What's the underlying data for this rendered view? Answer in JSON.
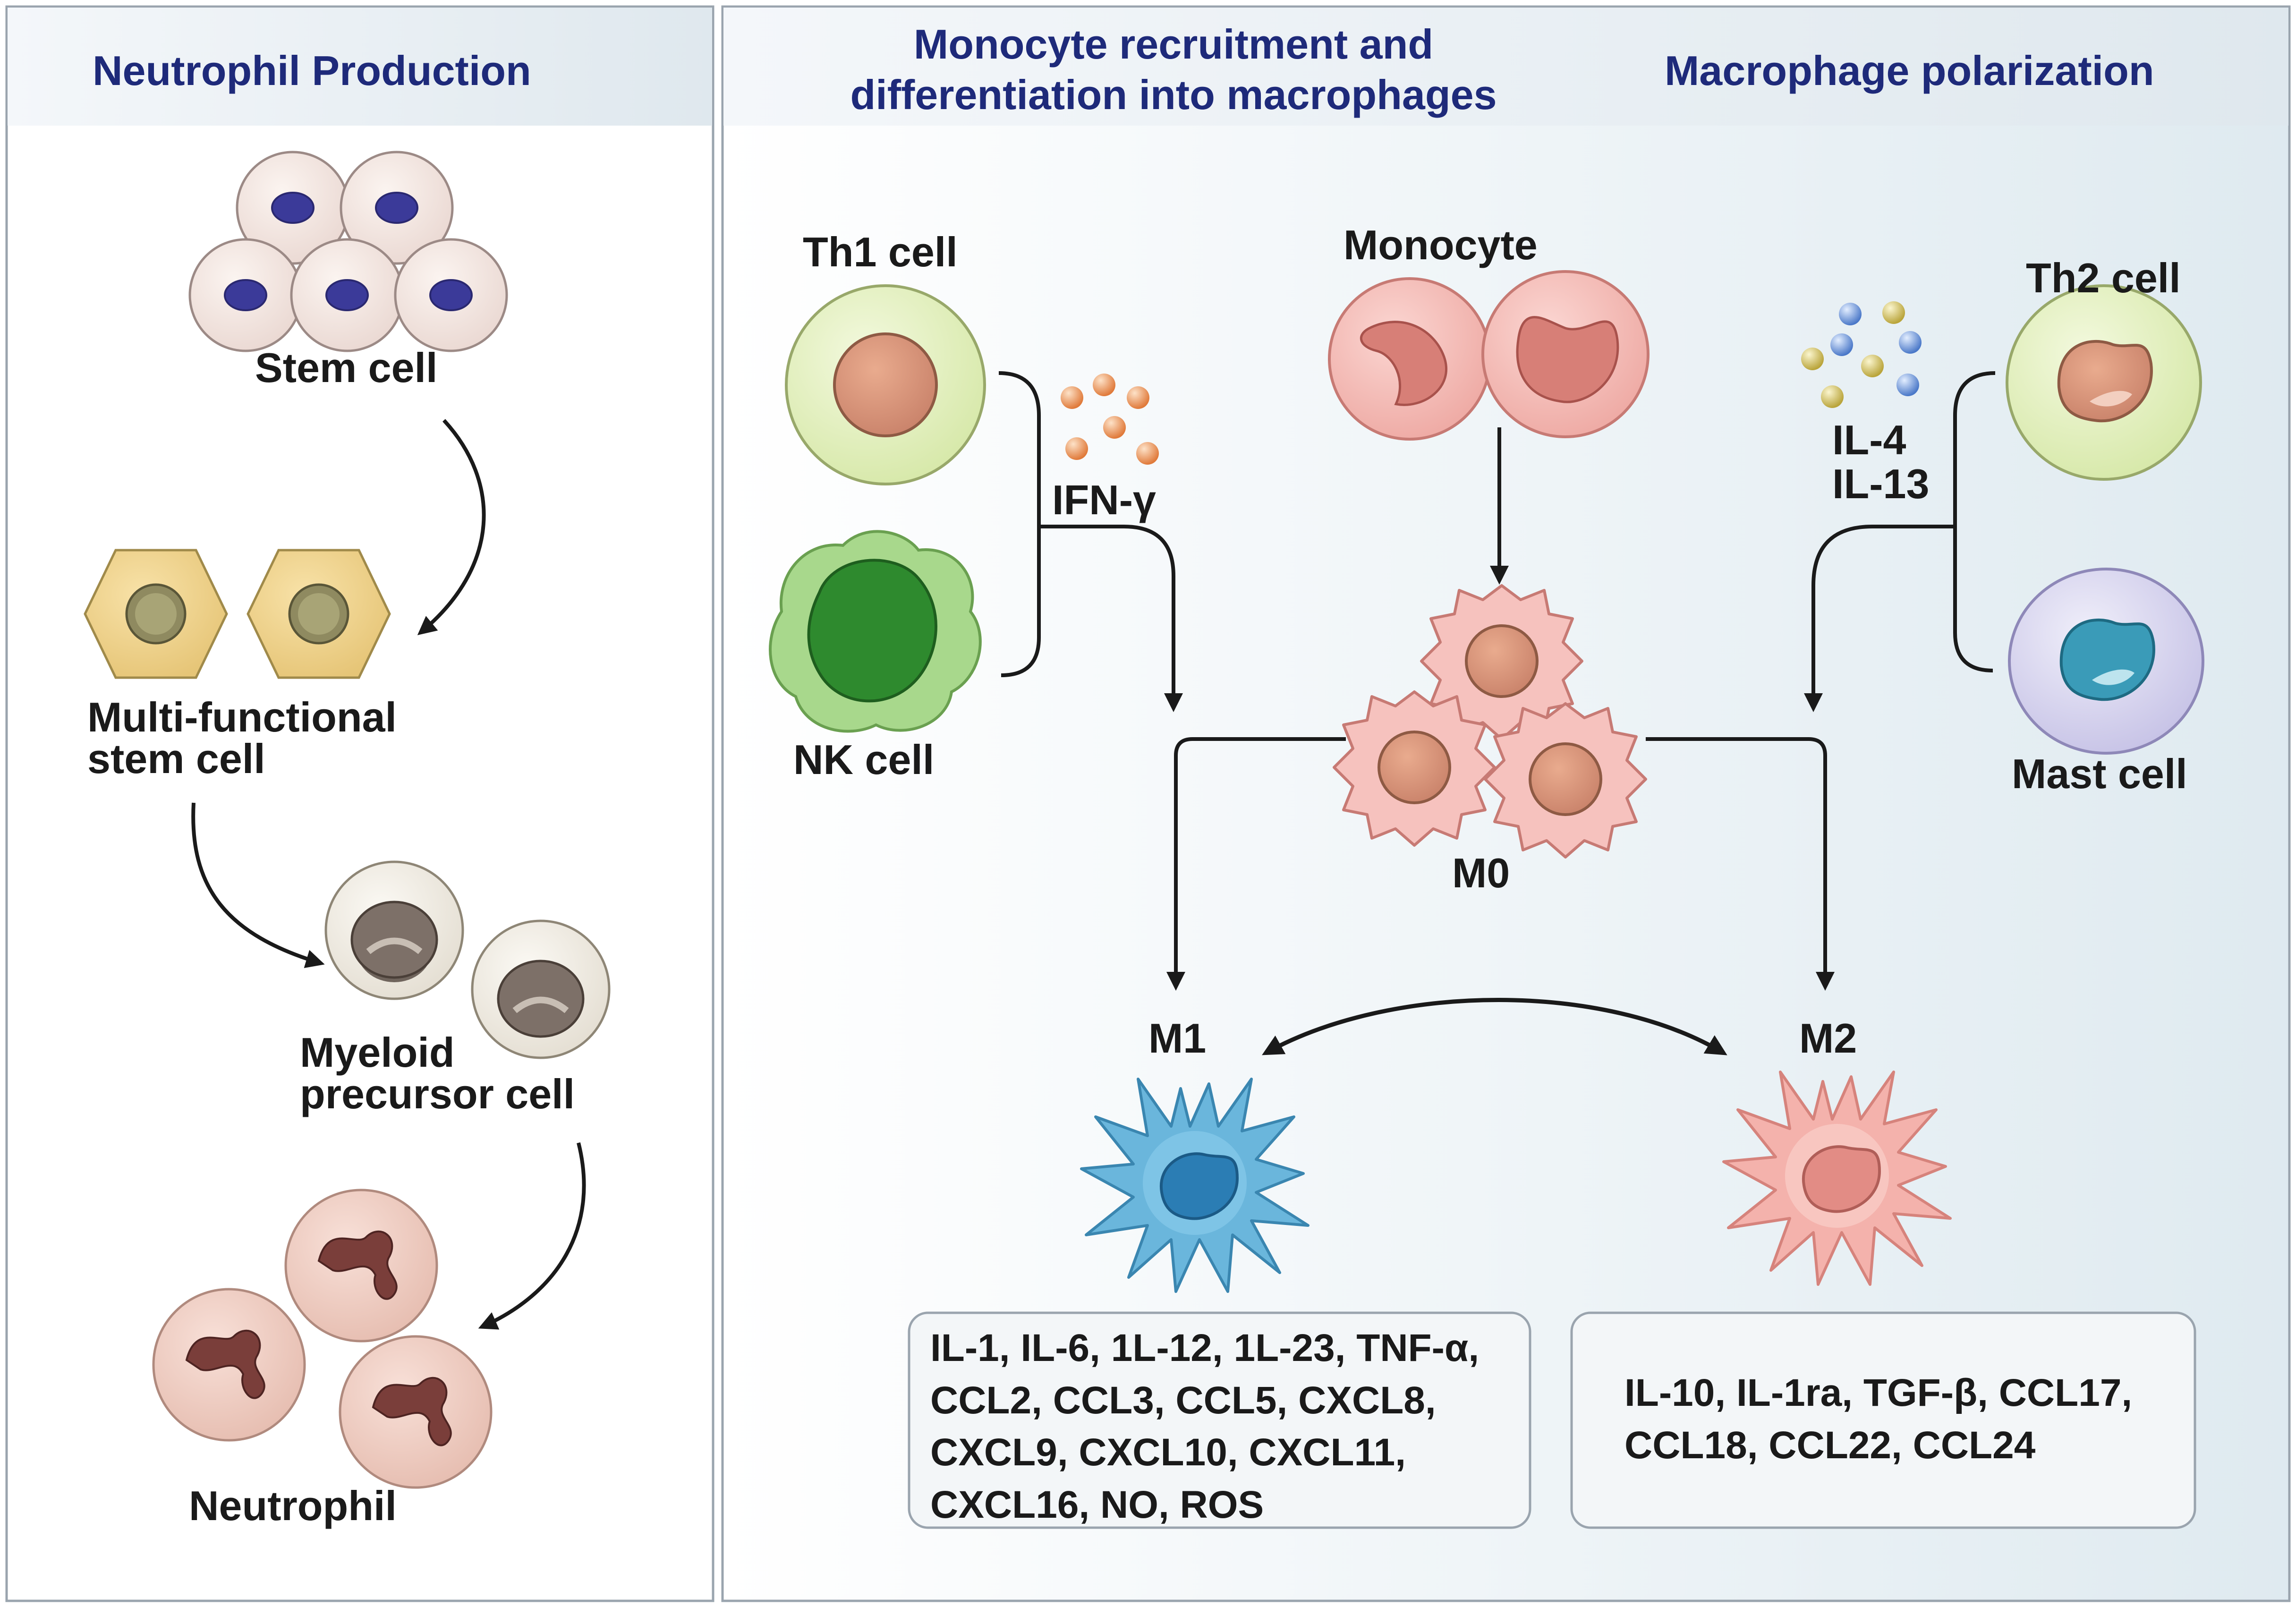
{
  "panels": {
    "left_header": "Neutrophil Production",
    "middle_header_line1": "Monocyte recruitment and",
    "middle_header_line2": "differentiation into macrophages",
    "right_header": "Macrophage polarization"
  },
  "neutrophil_path": {
    "stem_cell": "Stem cell",
    "multi_line1": "Multi-functional",
    "multi_line2": "stem cell",
    "myeloid_line1": "Myeloid",
    "myeloid_line2": "precursor cell",
    "neutrophil": "Neutrophil"
  },
  "macrophage_path": {
    "th1": "Th1 cell",
    "nk": "NK cell",
    "ifn": "IFN-γ",
    "monocyte": "Monocyte",
    "m0": "M0",
    "th2": "Th2 cell",
    "mast": "Mast cell",
    "il4": "IL-4",
    "il13": "IL-13",
    "m1": "M1",
    "m2": "M2"
  },
  "m1_factors": [
    "IL-1, IL-6, 1L-12, 1L-23, TNF-α,",
    "CCL2, CCL3, CCL5, CXCL8,",
    "CXCL9, CXCL10, CXCL11,",
    "CXCL16, NO, ROS"
  ],
  "m2_factors": [
    "IL-10, IL-1ra, TGF-β, CCL17,",
    "CCL18, CCL22, CCL24"
  ],
  "colors": {
    "header_text": "#1e2a7a",
    "panel_border": "#9aa4ae",
    "arrow": "#1a1a1a",
    "m1_cell": "#6ab6dc",
    "m2_cell": "#f2a6a6"
  }
}
